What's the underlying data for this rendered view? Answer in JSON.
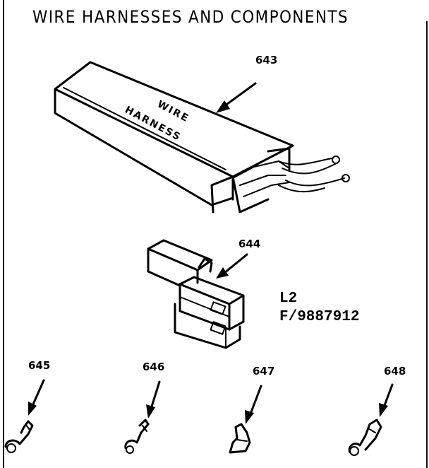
{
  "title": "WIRE HARNESSES AND COMPONENTS",
  "box_label": {
    "line1": "WIRE",
    "line2": "HARNESS"
  },
  "callouts": {
    "p643": "643",
    "p644": "644",
    "p645": "645",
    "p646": "646",
    "p647": "647",
    "p648": "648"
  },
  "model": {
    "line1": "L2",
    "line2": "F/9887912"
  }
}
